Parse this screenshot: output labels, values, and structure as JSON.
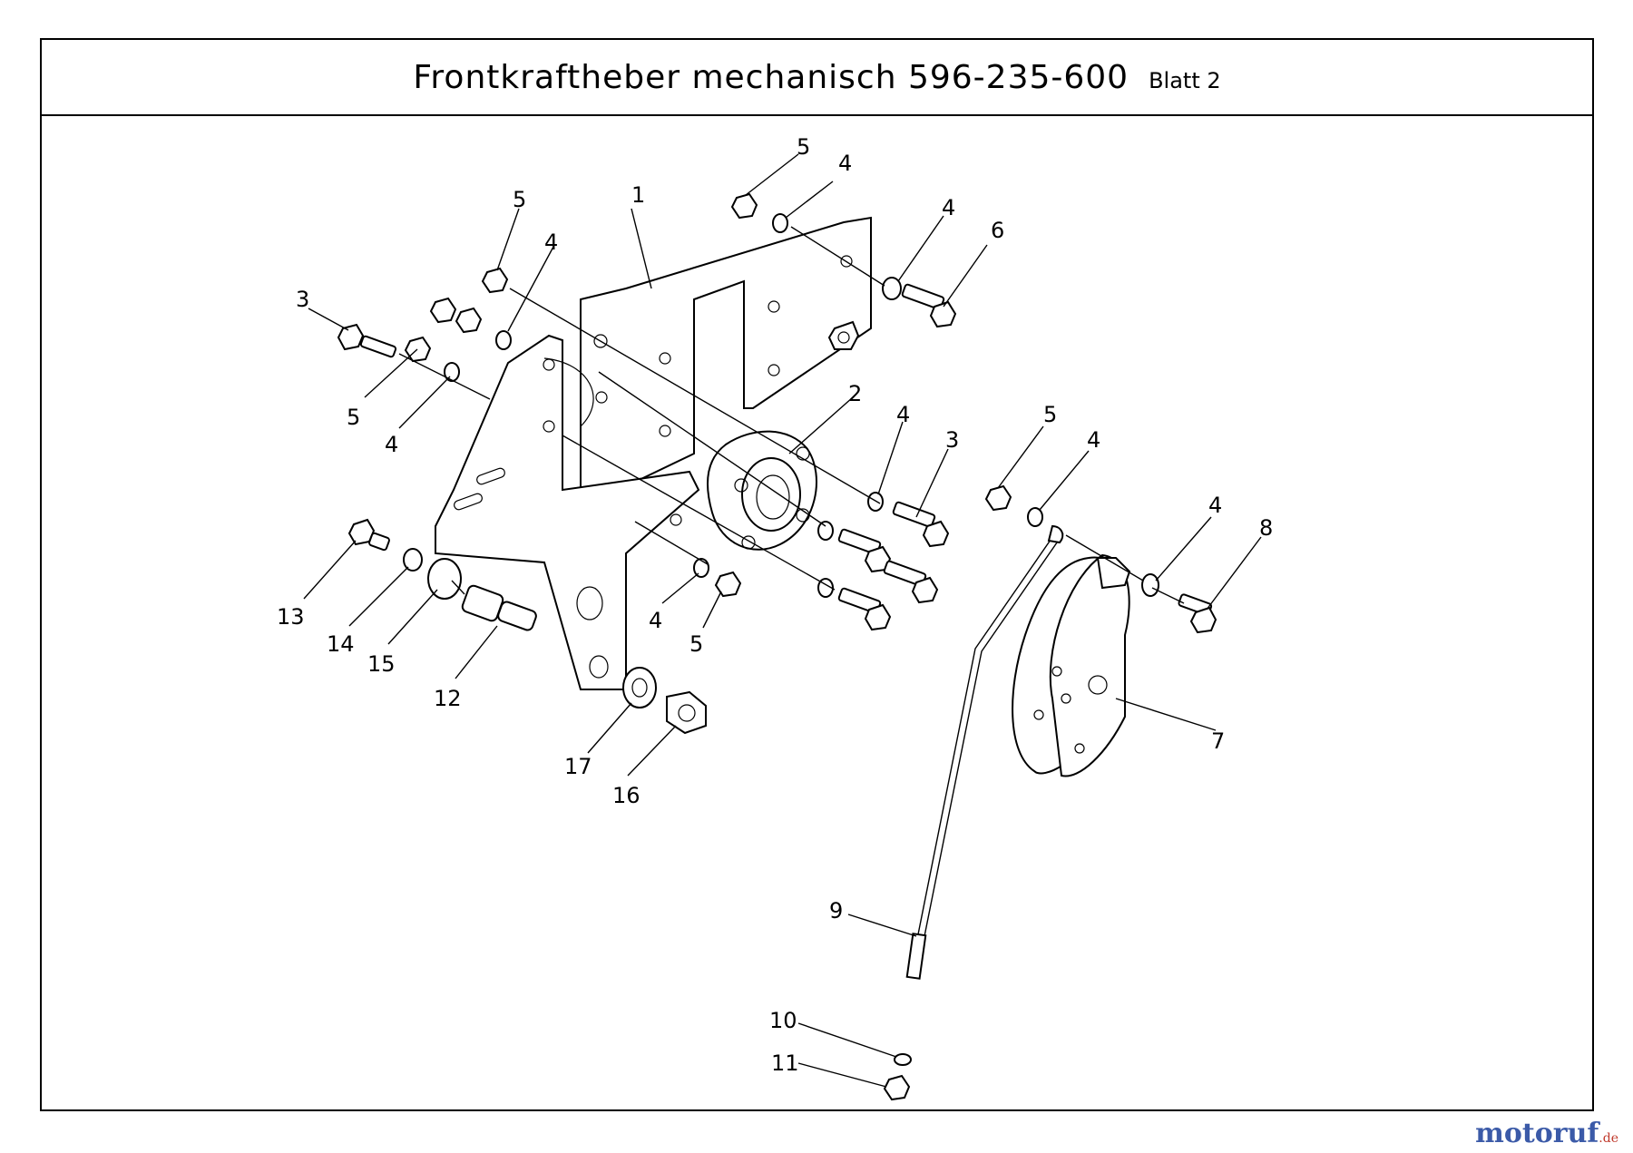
{
  "header": {
    "title": "Frontkraftheber mechanisch 596-235-600",
    "sheet": "Blatt 2"
  },
  "callouts": [
    {
      "id": "c1",
      "text": "1"
    },
    {
      "id": "c2",
      "text": "2"
    },
    {
      "id": "c3a",
      "text": "3"
    },
    {
      "id": "c3b",
      "text": "3"
    },
    {
      "id": "c4a",
      "text": "4"
    },
    {
      "id": "c4b",
      "text": "4"
    },
    {
      "id": "c4c",
      "text": "4"
    },
    {
      "id": "c4d",
      "text": "4"
    },
    {
      "id": "c4e",
      "text": "4"
    },
    {
      "id": "c4f",
      "text": "4"
    },
    {
      "id": "c4g",
      "text": "4"
    },
    {
      "id": "c4h",
      "text": "4"
    },
    {
      "id": "c5a",
      "text": "5"
    },
    {
      "id": "c5b",
      "text": "5"
    },
    {
      "id": "c5c",
      "text": "5"
    },
    {
      "id": "c5d",
      "text": "5"
    },
    {
      "id": "c5e",
      "text": "5"
    },
    {
      "id": "c6",
      "text": "6"
    },
    {
      "id": "c7",
      "text": "7"
    },
    {
      "id": "c8",
      "text": "8"
    },
    {
      "id": "c9",
      "text": "9"
    },
    {
      "id": "c10",
      "text": "10"
    },
    {
      "id": "c11",
      "text": "11"
    },
    {
      "id": "c12",
      "text": "12"
    },
    {
      "id": "c13",
      "text": "13"
    },
    {
      "id": "c14",
      "text": "14"
    },
    {
      "id": "c15",
      "text": "15"
    },
    {
      "id": "c16",
      "text": "16"
    },
    {
      "id": "c17",
      "text": "17"
    }
  ],
  "watermark": {
    "main": "motoruf",
    "tld": ".de"
  }
}
